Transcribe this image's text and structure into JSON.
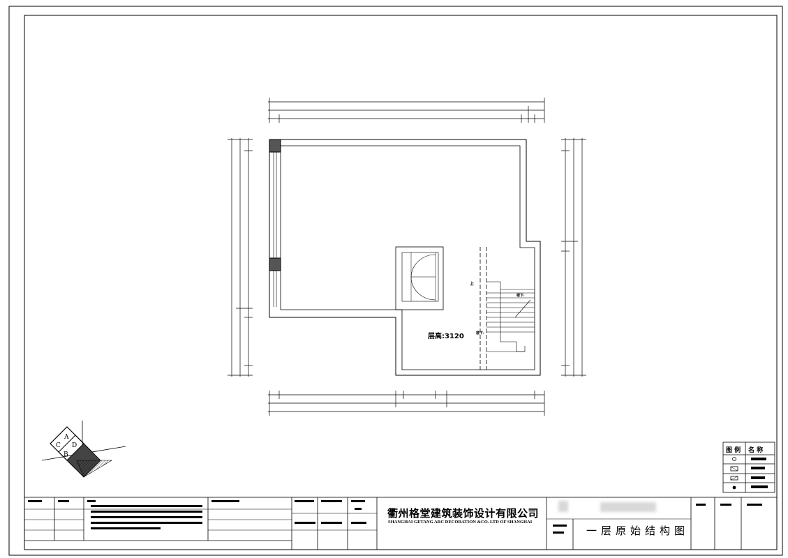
{
  "company": {
    "name_cn": "衢州格堂建筑装饰设计有限公司",
    "name_en": "SHANGHAI GETANG ARC DECORATION  &CO. LTD OF SHANGHAI"
  },
  "drawing": {
    "title": "一层原始结构图"
  },
  "plan": {
    "ceiling_height": "层高:3120",
    "stair_up": "上",
    "stair_down_1": "楼下:",
    "stair_down_2": "楼下:"
  },
  "legend": {
    "header_icon": "图 例",
    "header_name": "名  称",
    "items": [
      {
        "icon": "circle-icon"
      },
      {
        "icon": "box-icon"
      },
      {
        "icon": "panel-icon"
      },
      {
        "icon": "dot-icon"
      }
    ]
  },
  "logo": {
    "letters": [
      "A",
      "C",
      "D",
      "B"
    ]
  }
}
